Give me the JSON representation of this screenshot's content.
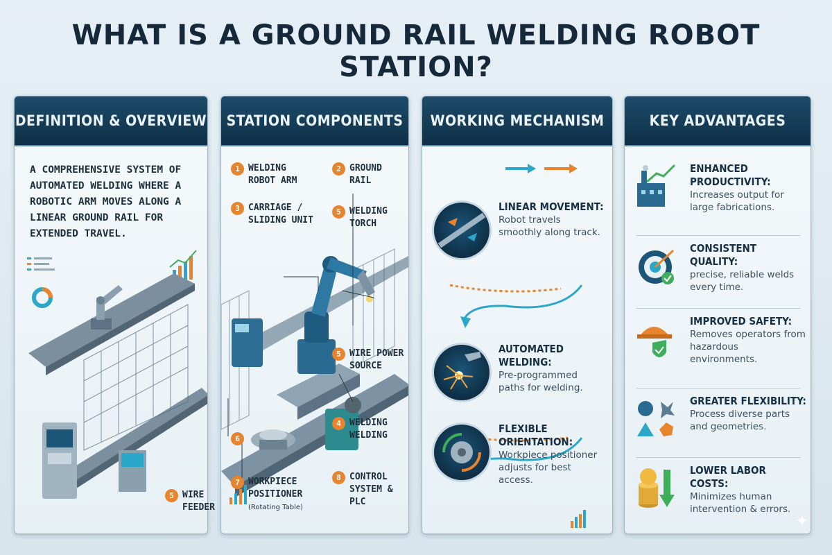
{
  "title": "WHAT IS A GROUND RAIL WELDING ROBOT STATION?",
  "panels": {
    "definition": {
      "heading": "DEFINITION & OVERVIEW",
      "text": "A COMPREHENSIVE SYSTEM OF AUTOMATED WELDING WHERE A ROBOTIC ARM MOVES ALONG A LINEAR GROUND RAIL FOR EXTENDED TRAVEL."
    },
    "components": {
      "heading": "STATION COMPONENTS",
      "items": [
        {
          "num": "1",
          "label": "WELDING ROBOT ARM"
        },
        {
          "num": "2",
          "label": "GROUND RAIL"
        },
        {
          "num": "3",
          "label": "CARRIAGE / SLIDING UNIT"
        },
        {
          "num": "5",
          "label": "WELDING TORCH"
        },
        {
          "num": "5",
          "label": "WIRE POWER SOURCE"
        },
        {
          "num": "4",
          "label": "WELDING WELDING"
        },
        {
          "num": "6",
          "label": ""
        },
        {
          "num": "8",
          "label": "CONTROL SYSTEM & PLC"
        },
        {
          "num": "5",
          "label": "WIRE FEEDER"
        },
        {
          "num": "7",
          "label": "WORKPIECE POSITIONER",
          "sub": "(Rotating Table)"
        }
      ]
    },
    "mechanism": {
      "heading": "WORKING MECHANISM",
      "items": [
        {
          "title": "LINEAR MOVEMENT:",
          "desc": "Robot travels smoothly along track."
        },
        {
          "title": "AUTOMATED WELDING:",
          "desc": "Pre-programmed paths for welding."
        },
        {
          "title": "FLEXIBLE ORIENTATION:",
          "desc": "Workpiece positioner adjusts for best access."
        }
      ]
    },
    "advantages": {
      "heading": "KEY ADVANTAGES",
      "items": [
        {
          "title": "ENHANCED PRODUCTIVITY:",
          "desc": "Increases output for large fabrications.",
          "icon": "factory-chart-icon"
        },
        {
          "title": "CONSISTENT QUALITY:",
          "desc": "precise, reliable welds every time.",
          "icon": "target-check-icon"
        },
        {
          "title": "IMPROVED SAFETY:",
          "desc": "Removes operators from hazardous environments.",
          "icon": "hardhat-shield-icon"
        },
        {
          "title": "GREATER FLEXIBILITY:",
          "desc": "Process diverse parts and geometries.",
          "icon": "shapes-icon"
        },
        {
          "title": "LOWER LABOR COSTS:",
          "desc": "Minimizes human intervention & errors.",
          "icon": "coins-arrow-icon"
        }
      ]
    }
  },
  "colors": {
    "accent": "#e8842c",
    "navy": "#0f2f47",
    "teal": "#2aa7c9",
    "green": "#3fae5a"
  }
}
